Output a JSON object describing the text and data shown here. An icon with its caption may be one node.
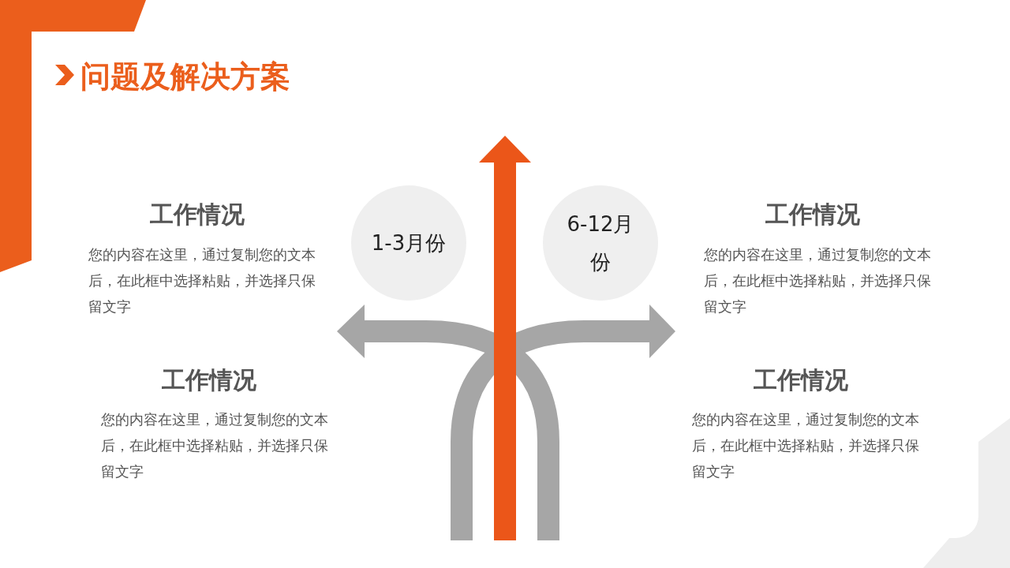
{
  "diagram": {
    "title": "问题及解决方案",
    "nodes": [
      {
        "text": [
          "1-3月份"
        ]
      },
      {
        "text": [
          "6-12月份"
        ]
      }
    ],
    "labels": [
      "工作情况",
      "您的内容在这里，通过复制您的文本后，在此框中选择粘贴，并选择只保留文字",
      "工作情况",
      "您的内容在这里，通过复制您的文本后，在此框中选择粘贴，并选择只保留文字",
      "工作情况",
      "您的内容在这里，通过复制您的文本后，在此框中选择粘贴，并选择只保留文字",
      "工作情况",
      "您的内容在这里，通过复制您的文本后，在此框中选择粘贴，并选择只保留文字"
    ]
  }
}
